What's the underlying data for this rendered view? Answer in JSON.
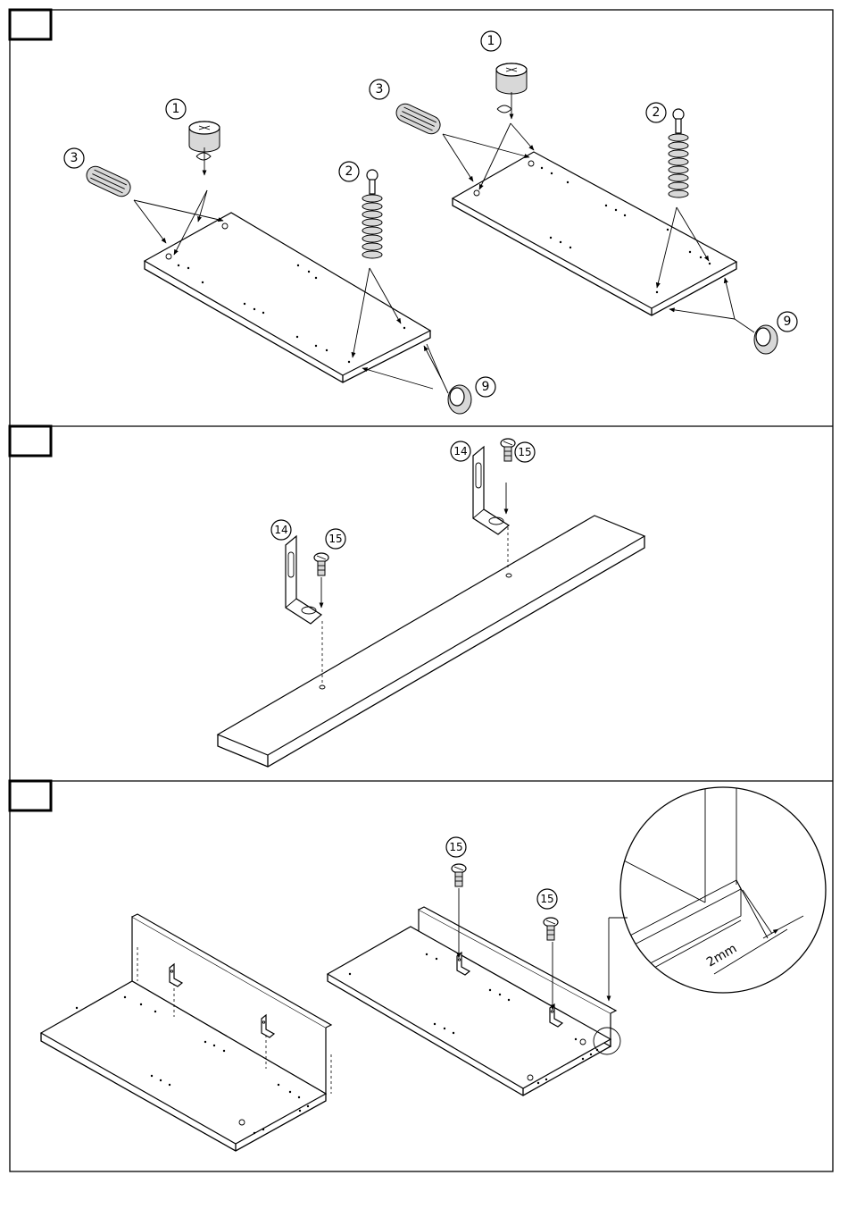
{
  "steps": [
    {
      "id": "step-1",
      "part_labels": [
        "1",
        "3",
        "2",
        "9",
        "1",
        "3",
        "2",
        "9"
      ]
    },
    {
      "id": "step-2",
      "part_labels": [
        "14",
        "15",
        "14",
        "15"
      ]
    },
    {
      "id": "step-3",
      "part_labels": [
        "15",
        "15"
      ],
      "detail_dimension": "2mm"
    }
  ]
}
